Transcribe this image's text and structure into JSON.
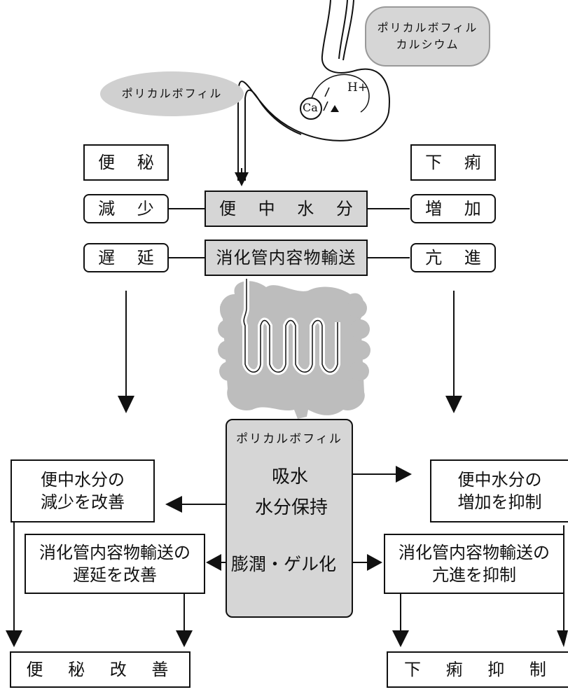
{
  "stomach_pill": [
    "ポリカルボフィル",
    "カルシウム"
  ],
  "stomach_label": "ポリカルボフィル",
  "stomach_ions": {
    "ca": "Ca",
    "h": "H+"
  },
  "left_header": "便 秘",
  "right_header": "下 痢",
  "row1": {
    "left": "減 少",
    "center": "便 中 水 分",
    "right": "増 加"
  },
  "row2": {
    "left": "遅 延",
    "center": "消化管内容物輸送",
    "right": "亢 進"
  },
  "gel_panel": {
    "title": "ポリカルボフィル",
    "water_absorb": "吸水",
    "water_retain": "水分保持",
    "swell_gel": "膨潤・ゲル化"
  },
  "effects": {
    "left_top": [
      "便中水分の",
      "減少を改善"
    ],
    "right_top": [
      "便中水分の",
      "増加を抑制"
    ],
    "left_mid": [
      "消化管内容物輸送の",
      "遅延を改善"
    ],
    "right_mid": [
      "消化管内容物輸送の",
      "亢進を抑制"
    ]
  },
  "results": {
    "left": "便 秘 改 善",
    "right": "下 痢 抑 制"
  },
  "colors": {
    "box_fill": "#d6d6d6",
    "line": "#111111"
  }
}
